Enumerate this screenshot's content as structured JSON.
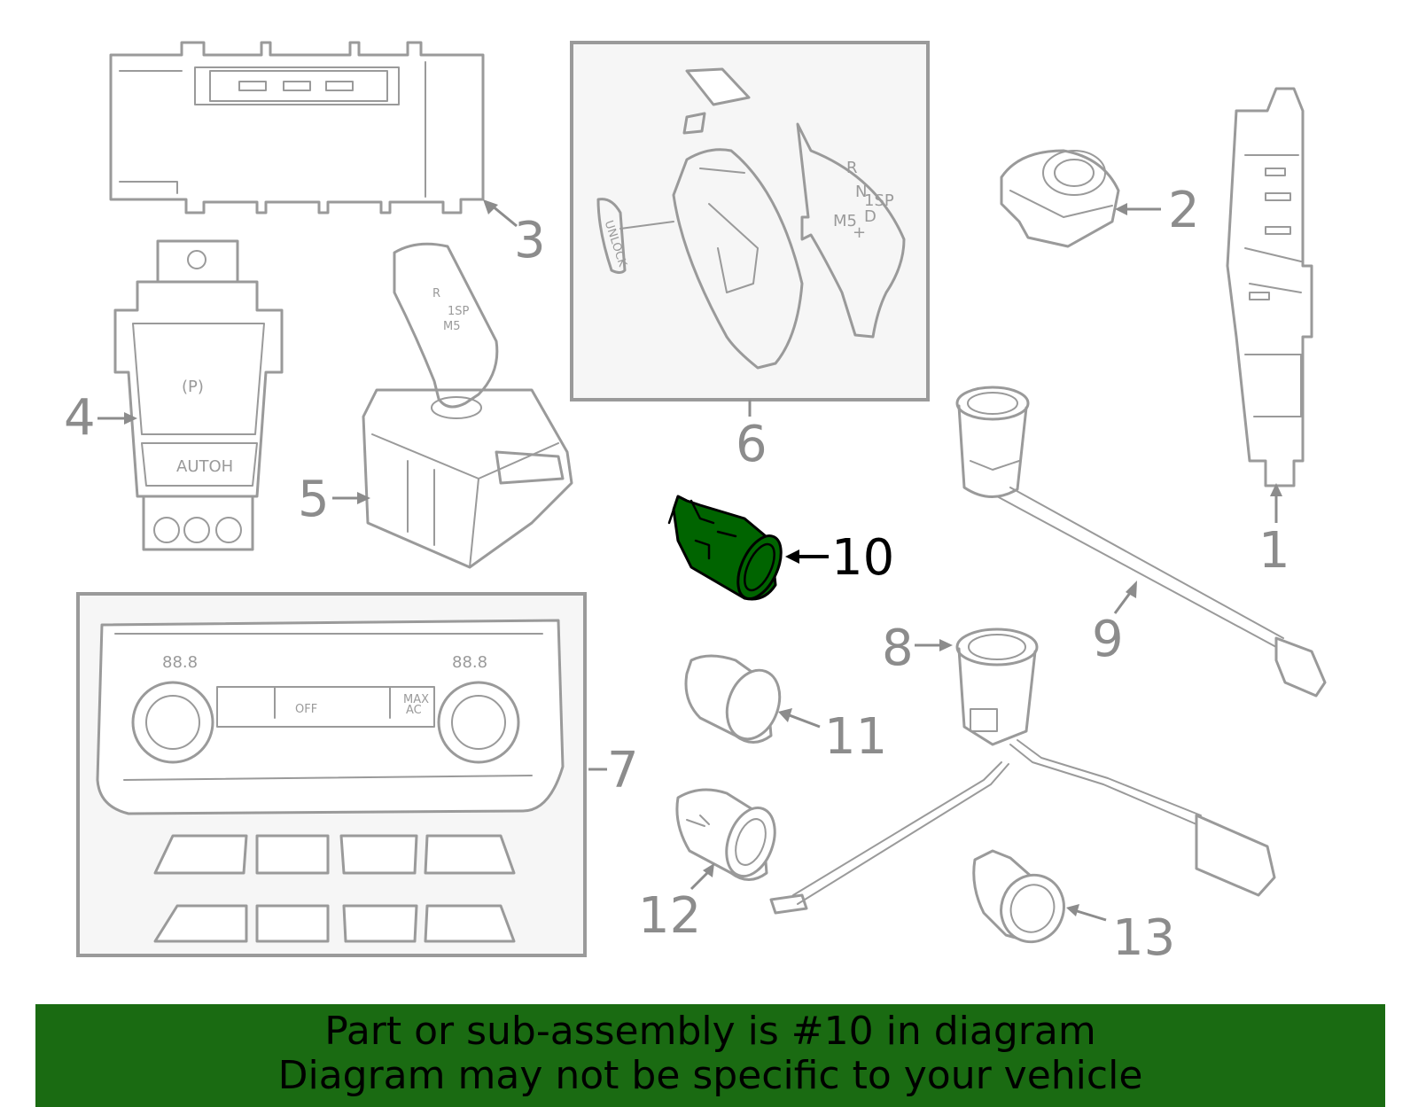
{
  "diagram": {
    "callouts": [
      {
        "id": "1",
        "label": "1"
      },
      {
        "id": "2",
        "label": "2"
      },
      {
        "id": "3",
        "label": "3"
      },
      {
        "id": "4",
        "label": "4"
      },
      {
        "id": "5",
        "label": "5"
      },
      {
        "id": "6",
        "label": "6"
      },
      {
        "id": "7",
        "label": "7"
      },
      {
        "id": "8",
        "label": "8"
      },
      {
        "id": "9",
        "label": "9"
      },
      {
        "id": "10",
        "label": "10"
      },
      {
        "id": "11",
        "label": "11"
      },
      {
        "id": "12",
        "label": "12"
      },
      {
        "id": "13",
        "label": "13"
      }
    ],
    "highlighted_part": "10",
    "highlight_color": "#006400",
    "part_markings": {
      "brake_p": "(P)",
      "autoh": "AUTOH",
      "shifter_r": "R",
      "shifter_n": "N",
      "shifter_1sp": "1SP",
      "shifter_d": "D",
      "shifter_m5": "M5",
      "shifter_plus": "+",
      "unlock": "UNLOCK",
      "climate_left_temp": "88.8",
      "climate_right_temp": "88.8",
      "climate_off": "OFF",
      "climate_max": "MAX",
      "climate_ac": "AC"
    }
  },
  "banner": {
    "line1": "Part or sub-assembly is #10 in diagram",
    "line2": "Diagram may not be specific to your vehicle",
    "color": "#1a6b12"
  }
}
